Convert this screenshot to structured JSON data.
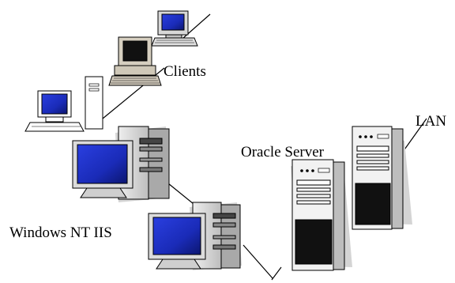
{
  "labels": {
    "clients": "Clients",
    "lan": "LAN",
    "oracle_server": "Oracle Server",
    "windows_nt_iis": "Windows NT IIS"
  },
  "colors": {
    "screen": "#1c2fd6",
    "screen_dark": "#0f1866",
    "case": "#d9d9d9",
    "case_shade": "#a8a8a8",
    "shadow": "#d4d4d4",
    "line": "#000000"
  }
}
